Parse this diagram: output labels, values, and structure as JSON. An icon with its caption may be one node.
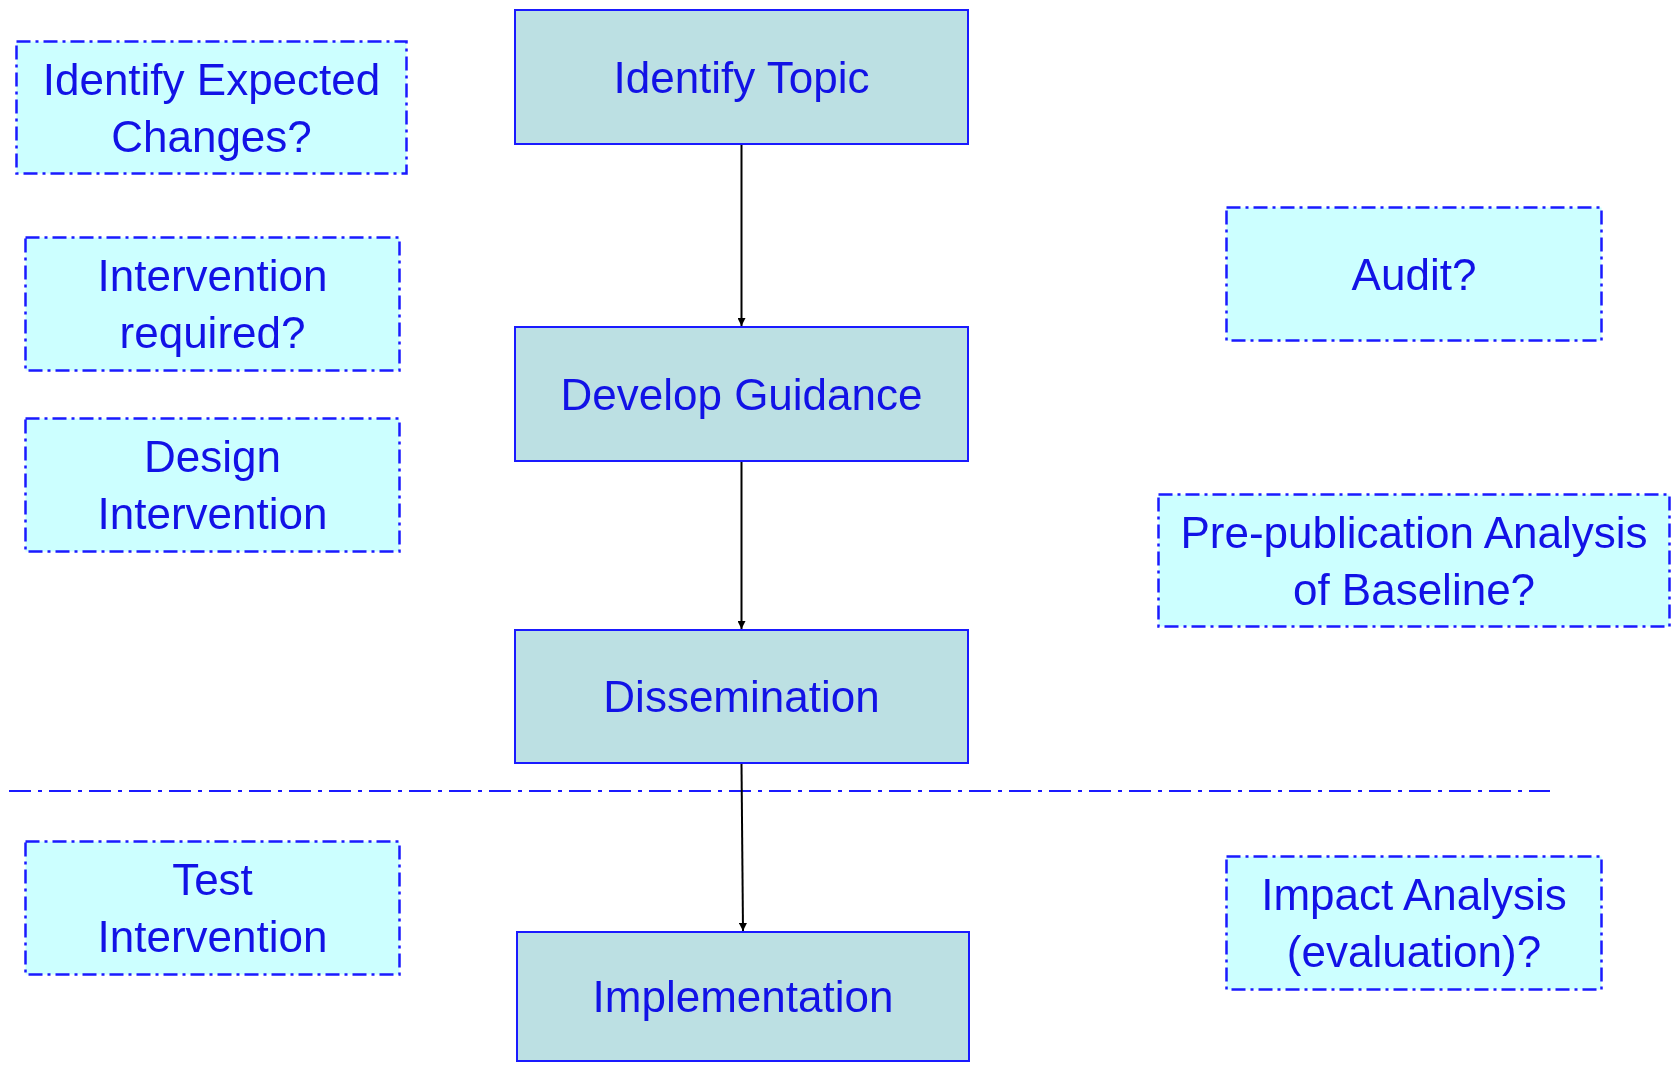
{
  "diagram": {
    "nodes": [
      {
        "text": [
          "Identify Expected Changes?"
        ]
      },
      {
        "text": [
          "Identify Topic"
        ]
      },
      {
        "text": [
          "Audit?"
        ]
      },
      {
        "text": [
          "Intervention required?"
        ]
      },
      {
        "text": [
          "Develop Guidance"
        ]
      },
      {
        "text": [
          "Design Intervention"
        ]
      },
      {
        "text": [
          "Pre-publication Analysis of Baseline?"
        ]
      },
      {
        "text": [
          "Dissemination"
        ]
      },
      {
        "text": [
          "Test Intervention"
        ]
      },
      {
        "text": [
          "Impact Analysis (evaluation)?"
        ]
      },
      {
        "text": [
          "Implementation"
        ]
      }
    ],
    "edges": [
      {
        "from": 1,
        "to": 4,
        "arrow": "to"
      },
      {
        "from": 4,
        "to": 7,
        "arrow": "to"
      },
      {
        "from": 7,
        "to": 10,
        "arrow": "to"
      }
    ]
  }
}
